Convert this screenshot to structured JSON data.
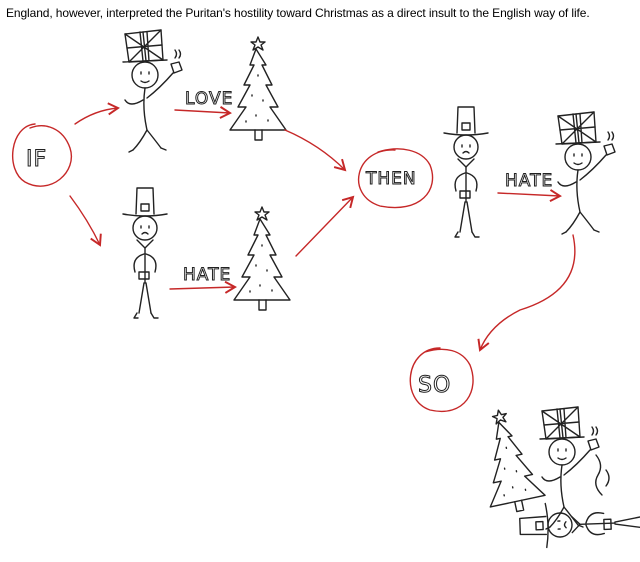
{
  "caption": "England, however, interpreted the Puritan's hostility toward Christmas as a direct insult to the English way of life.",
  "labels": {
    "if": "IF",
    "love": "LOVE",
    "hate1": "HATE",
    "then": "THEN",
    "hate2": "HATE",
    "so": "SO"
  },
  "colors": {
    "arrow": "#c62828",
    "ink": "#222222"
  }
}
